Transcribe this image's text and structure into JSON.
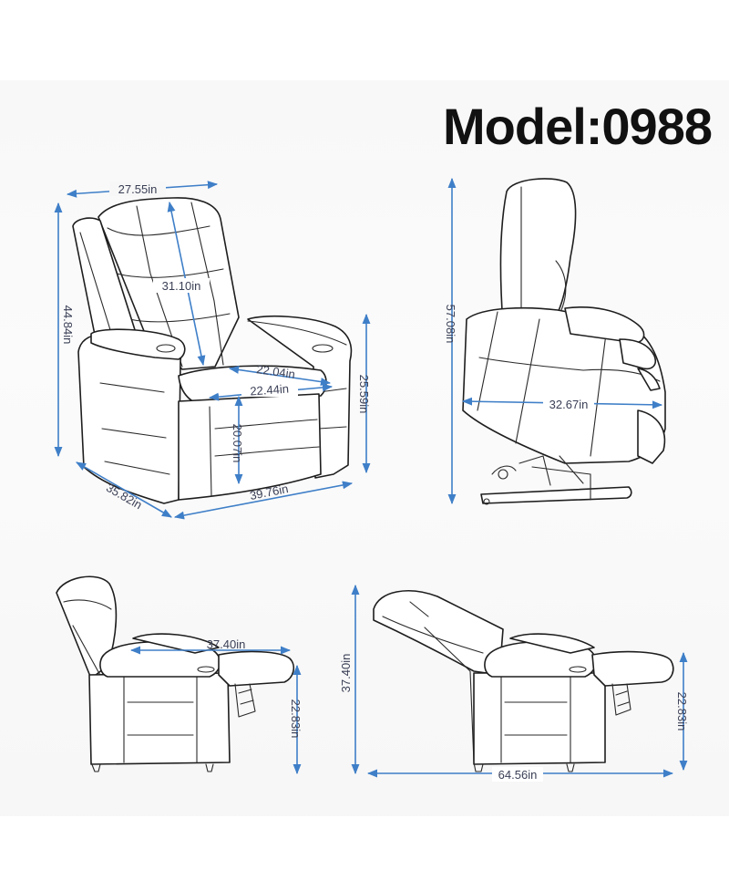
{
  "model_title": "Model:0988",
  "views": {
    "front": {
      "width": "27.55in",
      "back_height": "31.10in",
      "overall_height": "44.84in",
      "seat_height": "25.59in",
      "seat_width_top": "22.04in",
      "seat_width": "22.44in",
      "seat_depth": "20.07in",
      "depth": "35.82in",
      "base_width": "39.76in"
    },
    "lift": {
      "lift_height": "57.08in",
      "lift_depth": "32.67in"
    },
    "footrest": {
      "extended_length": "37.40in",
      "seat_height": "22.83in"
    },
    "recline": {
      "height": "37.40in",
      "seat_height": "22.83in",
      "full_length": "64.56in"
    }
  },
  "colors": {
    "dimension_line": "#3f7fc8",
    "outline": "#1e1e1e",
    "label": "#3a3f55"
  }
}
